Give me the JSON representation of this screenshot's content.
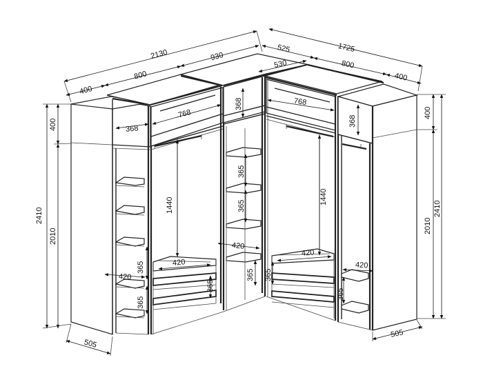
{
  "drawing": {
    "dimension_labels": {
      "overall_left_width": "2130",
      "overall_right_width": "1725",
      "top_left_section": "400",
      "top_left_module": "800",
      "corner_module_left": "930",
      "corner_module_right": "525",
      "corner_depth": "530",
      "top_right_module": "800",
      "top_right_section": "400",
      "left_total_height": "2410",
      "left_body_height": "2010",
      "left_top_height": "400",
      "right_total_height": "2410",
      "right_body_height": "2010",
      "right_top_height": "400",
      "left_depth": "505",
      "right_depth": "505",
      "upper_shelf_left": "368",
      "upper_width_left": "768",
      "upper_corner_height": "368",
      "upper_width_right": "768",
      "upper_right_height": "368",
      "rod_height_left": "1440",
      "rod_height_right": "1440",
      "corner_shelf_1": "365",
      "corner_shelf_2": "365",
      "corner_depth_label": "420",
      "corner_lower": "365",
      "left_drawer_depth": "420",
      "left_drawer_height": "365",
      "left_drawer_gap": "365",
      "left_shelf_depth": "420",
      "left_shelf_height_1": "365",
      "left_shelf_height_2": "365",
      "right_drawer_depth": "420",
      "right_drawer_height": "365",
      "right_drawer_gap": "365",
      "right_shelf_depth": "420"
    }
  }
}
